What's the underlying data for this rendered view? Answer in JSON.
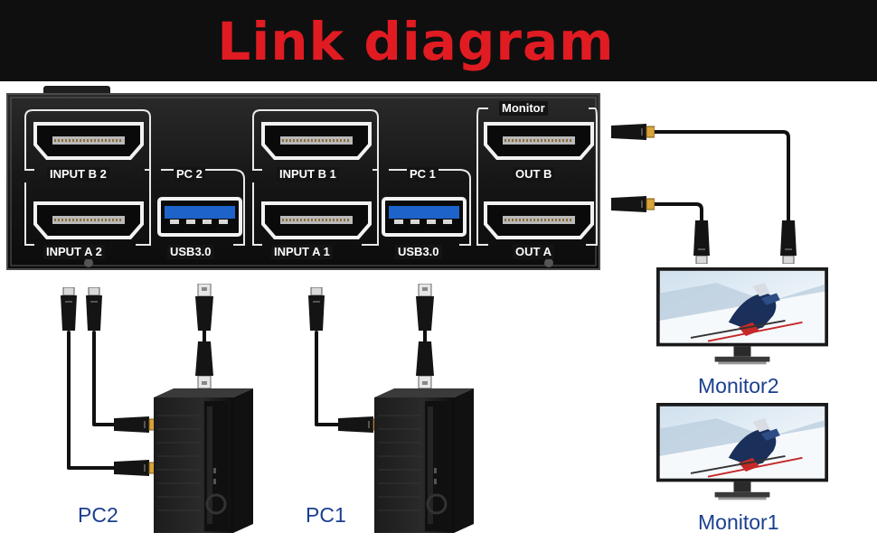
{
  "title": "Link diagram",
  "colors": {
    "title": "#e01b22",
    "caption": "#1b3f8f",
    "device": "#141414",
    "cable": "#111111"
  },
  "switch_panel": {
    "monitor_group_label": "Monitor",
    "ports": {
      "input_b2": "INPUT B 2",
      "pc2": "PC 2",
      "input_a2": "INPUT A 2",
      "usb_pc2": "USB3.0",
      "input_b1": "INPUT B 1",
      "pc1": "PC 1",
      "input_a1": "INPUT A 1",
      "usb_pc1": "USB3.0",
      "out_b": "OUT B",
      "out_a": "OUT A"
    }
  },
  "captions": {
    "pc2": "PC2",
    "pc1": "PC1",
    "monitor2": "Monitor2",
    "monitor1": "Monitor1"
  }
}
